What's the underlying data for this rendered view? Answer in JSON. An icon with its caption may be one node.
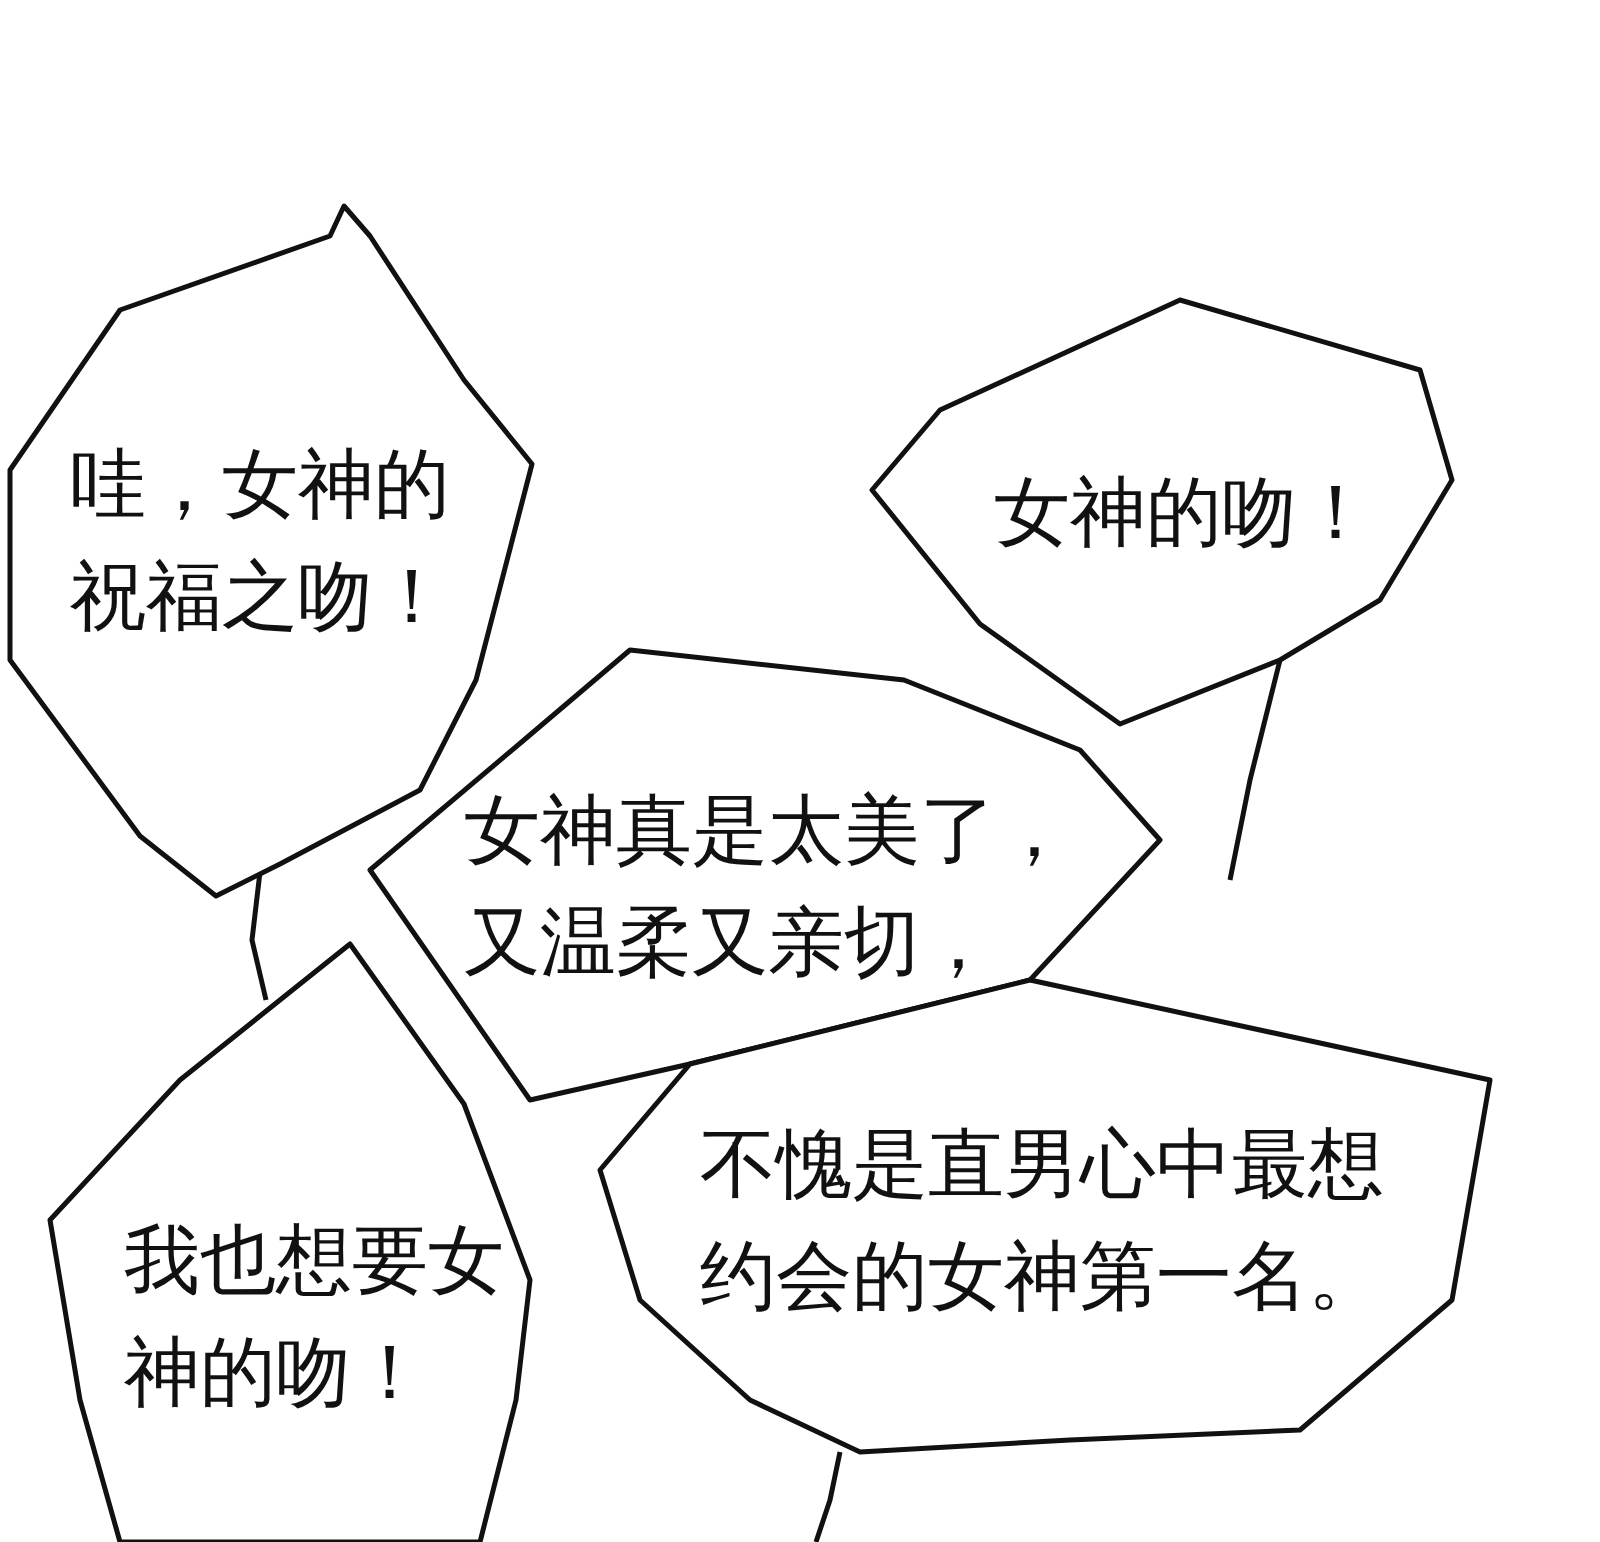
{
  "diagram": {
    "nodes": [
      {
        "text": [
          "哇，女神的祝福之吻！"
        ]
      },
      {
        "text": [
          "女神的吻！"
        ]
      },
      {
        "text": [
          "女神真是太美了，又温柔又亲切，"
        ]
      },
      {
        "text": [
          "不愧是直男心中最想约会的女神第一名。"
        ]
      },
      {
        "text": [
          "我也想要女神的吻！"
        ]
      }
    ]
  }
}
